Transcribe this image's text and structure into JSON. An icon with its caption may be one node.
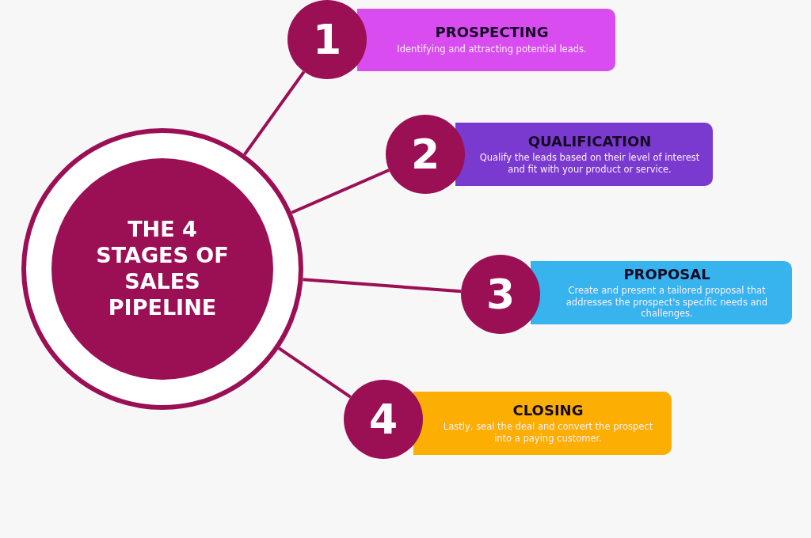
{
  "diagram": {
    "nodes": [
      {
        "text": [
          "THE 4 STAGES OF SALES PIPELINE"
        ]
      },
      {
        "text": [
          "1"
        ]
      },
      {
        "text": [
          "PROSPECTING",
          "Identifying and attracting potential leads."
        ]
      },
      {
        "text": [
          "2"
        ]
      },
      {
        "text": [
          "QUALIFICATION",
          "Qualify the leads based on their level of interest and fit with your product or service."
        ]
      },
      {
        "text": [
          "3"
        ]
      },
      {
        "text": [
          "PROPOSAL",
          "Create and present a tailored proposal that addresses the prospect's specific needs and challenges."
        ]
      },
      {
        "text": [
          "4"
        ]
      },
      {
        "text": [
          "CLOSING",
          "Lastly, seal the deal and convert the prospect into a paying customer."
        ]
      }
    ],
    "edges": [
      {
        "from": 0,
        "to": 1,
        "arrow": "none"
      },
      {
        "from": 0,
        "to": 3,
        "arrow": "none"
      },
      {
        "from": 0,
        "to": 5,
        "arrow": "none"
      },
      {
        "from": 0,
        "to": 7,
        "arrow": "none"
      }
    ]
  }
}
